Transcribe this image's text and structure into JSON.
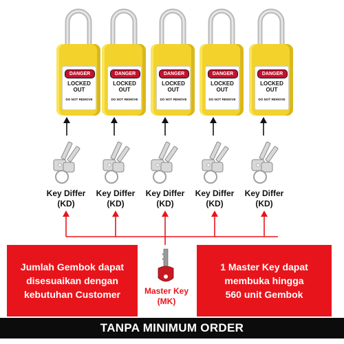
{
  "padlocks": [
    {
      "danger": "DANGER",
      "locked_out": "LOCKED\nOUT",
      "do_not_remove": "DO NOT REMOVE",
      "color": "#f2d22b"
    },
    {
      "danger": "DANGER",
      "locked_out": "LOCKED\nOUT",
      "do_not_remove": "DO NOT REMOVE",
      "color": "#f2d22b"
    },
    {
      "danger": "DANGER",
      "locked_out": "LOCKED\nOUT",
      "do_not_remove": "DO NOT REMOVE",
      "color": "#f2d22b"
    },
    {
      "danger": "DANGER",
      "locked_out": "LOCKED\nOUT",
      "do_not_remove": "DO NOT REMOVE",
      "color": "#f2d22b"
    },
    {
      "danger": "DANGER",
      "locked_out": "LOCKED\nOUT",
      "do_not_remove": "DO NOT REMOVE",
      "color": "#f2d22b"
    }
  ],
  "key_labels": [
    {
      "line1": "Key Differ",
      "line2": "(KD)"
    },
    {
      "line1": "Key Differ",
      "line2": "(KD)"
    },
    {
      "line1": "Key Differ",
      "line2": "(KD)"
    },
    {
      "line1": "Key Differ",
      "line2": "(KD)"
    },
    {
      "line1": "Key Differ",
      "line2": "(KD)"
    }
  ],
  "left_panel": {
    "line1": "Jumlah Gembok dapat",
    "line2": "disesuaikan dengan",
    "line3": "kebutuhan Customer"
  },
  "right_panel": {
    "line1": "1 Master Key dapat",
    "line2": "membuka hingga",
    "line3": "560 unit Gembok"
  },
  "master_key": {
    "line1": "Master Key",
    "line2": "(MK)"
  },
  "footer": "TANPA MINIMUM ORDER",
  "colors": {
    "accent_red": "#e8141b",
    "danger_red": "#c8102e",
    "footer_bg": "#0c0c0c"
  },
  "icons": {
    "padlock": "padlock-icon",
    "key": "key-icon",
    "master_key": "master-key-icon",
    "arrow": "arrow-up-icon"
  }
}
